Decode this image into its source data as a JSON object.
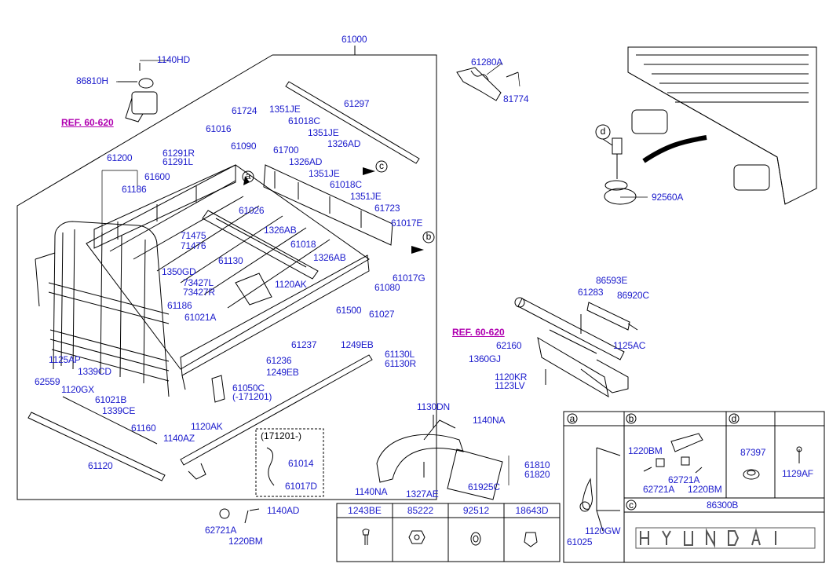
{
  "ref_links": [
    "REF. 60-620",
    "REF. 60-620"
  ],
  "callouts": {
    "a": "a",
    "b": "b",
    "c": "c",
    "d": "d"
  },
  "parts": {
    "p61000": "61000",
    "p1140HD": "1140HD",
    "p86810H": "86810H",
    "p61280A": "61280A",
    "p81774": "81774",
    "p61297": "61297",
    "p61724": "61724",
    "p1351JE_a": "1351JE",
    "p61018C_a": "61018C",
    "p1351JE_b": "1351JE",
    "p1326AD_a": "1326AD",
    "p61016": "61016",
    "p61090": "61090",
    "p61700": "61700",
    "p1326AD_b": "1326AD",
    "p1351JE_c": "1351JE",
    "p61018C_b": "61018C",
    "p1351JE_d": "1351JE",
    "p61291R": "61291R",
    "p61291L": "61291L",
    "p61200": "61200",
    "p61600": "61600",
    "p61186_a": "61186",
    "p61026": "61026",
    "p61723": "61723",
    "p61017E": "61017E",
    "p1326AB_a": "1326AB",
    "p61018": "61018",
    "p1326AB_b": "1326AB",
    "p71475": "71475",
    "p71476": "71476",
    "p61130": "61130",
    "p1350GD": "1350GD",
    "p73427L": "73427L",
    "p73427R": "73427R",
    "p1120AK_a": "1120AK",
    "p61017G": "61017G",
    "p61080": "61080",
    "p61186_b": "61186",
    "p61021A": "61021A",
    "p61500": "61500",
    "p61027": "61027",
    "p61237": "61237",
    "p1249EB_a": "1249EB",
    "p61130L": "61130L",
    "p61130R": "61130R",
    "p1125AP": "1125AP",
    "p1339CD": "1339CD",
    "p61236": "61236",
    "p1249EB_b": "1249EB",
    "p62559": "62559",
    "p1120GX": "1120GX",
    "p61050C": "61050C",
    "p61050C_date": "(-171201)",
    "p61021B": "61021B",
    "p1339CE": "1339CE",
    "p1120AK_b": "1120AK",
    "p61160": "61160",
    "p1140AZ": "1140AZ",
    "p61120": "61120",
    "inset_date": "(171201-)",
    "p61014": "61014",
    "p61017D": "61017D",
    "p62721A": "62721A",
    "p1140AD": "1140AD",
    "p1220BM": "1220BM",
    "p92560A": "92560A",
    "p86593E": "86593E",
    "p61283": "61283",
    "p86920C": "86920C",
    "p1125AC": "1125AC",
    "p62160": "62160",
    "p1360GJ": "1360GJ",
    "p1120KR": "1120KR",
    "p1123LV": "1123LV",
    "p1130DN": "1130DN",
    "p1140NA_a": "1140NA",
    "p61810": "61810",
    "p61820": "61820",
    "p1140NA_b": "1140NA",
    "p1327AE": "1327AE",
    "p61925C": "61925C"
  },
  "fastener_table": {
    "headers": [
      "1243BE",
      "85222",
      "92512",
      "18643D"
    ]
  },
  "detail_table": {
    "headers": [
      "a",
      "b",
      "d",
      ""
    ],
    "c_header": "c",
    "c_part": "86300B",
    "a_parts": [
      "61025",
      "1120GW"
    ],
    "b_parts": [
      "1220BM",
      "62721A",
      "62721A",
      "1220BM"
    ],
    "d_parts": [
      "87397"
    ],
    "e_parts": [
      "1129AF"
    ],
    "emblem_text": "HYUNDAI"
  }
}
